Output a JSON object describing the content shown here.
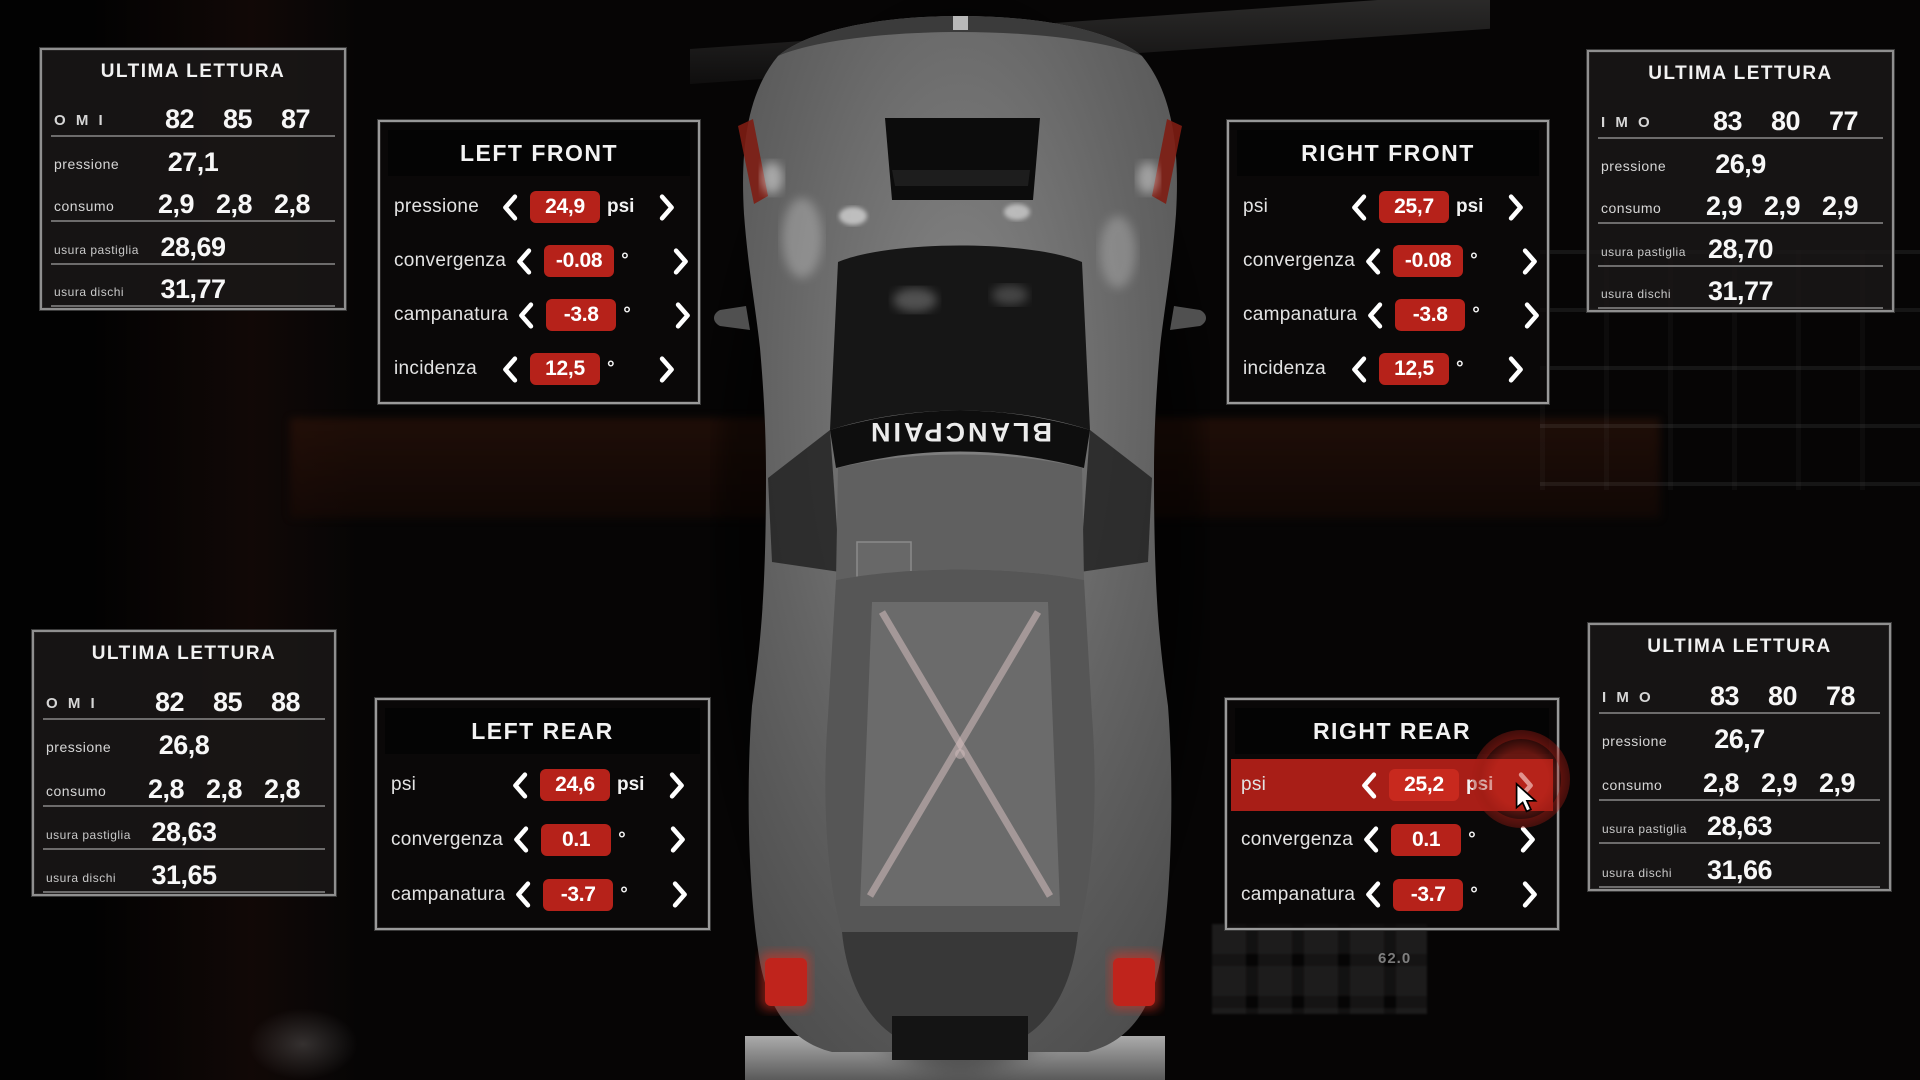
{
  "colors": {
    "accent_red": "#b6221a",
    "highlight_row_red": "#a81e17",
    "panel_border": "#9a9a9a"
  },
  "labels": {
    "tread_left": "O M I",
    "tread_right": "I M O",
    "pressione": "pressione",
    "consumo": "consumo",
    "usura_pastiglia": "usura pastiglia",
    "usura_dischi": "usura dischi"
  },
  "readings": {
    "title": "ULTIMA LETTURA",
    "front_left": {
      "tread": [
        "82",
        "85",
        "87"
      ],
      "pressione": "27,1",
      "consumo": [
        "2,9",
        "2,8",
        "2,8"
      ],
      "usura_pastiglia": "28,69",
      "usura_dischi": "31,77"
    },
    "front_right": {
      "tread": [
        "83",
        "80",
        "77"
      ],
      "pressione": "26,9",
      "consumo": [
        "2,9",
        "2,9",
        "2,9"
      ],
      "usura_pastiglia": "28,70",
      "usura_dischi": "31,77"
    },
    "rear_left": {
      "tread": [
        "82",
        "85",
        "88"
      ],
      "pressione": "26,8",
      "consumo": [
        "2,8",
        "2,8",
        "2,8"
      ],
      "usura_pastiglia": "28,63",
      "usura_dischi": "31,65"
    },
    "rear_right": {
      "tread": [
        "83",
        "80",
        "78"
      ],
      "pressione": "26,7",
      "consumo": [
        "2,8",
        "2,9",
        "2,9"
      ],
      "usura_pastiglia": "28,63",
      "usura_dischi": "31,66"
    }
  },
  "setup": {
    "left_front": {
      "title": "LEFT FRONT",
      "rows": [
        {
          "label": "pressione",
          "value": "24,9",
          "unit": "psi"
        },
        {
          "label": "convergenza",
          "value": "-0.08",
          "unit": "°"
        },
        {
          "label": "campanatura",
          "value": "-3.8",
          "unit": "°"
        },
        {
          "label": "incidenza",
          "value": "12,5",
          "unit": "°"
        }
      ]
    },
    "right_front": {
      "title": "RIGHT FRONT",
      "rows": [
        {
          "label": "psi",
          "value": "25,7",
          "unit": "psi"
        },
        {
          "label": "convergenza",
          "value": "-0.08",
          "unit": "°"
        },
        {
          "label": "campanatura",
          "value": "-3.8",
          "unit": "°"
        },
        {
          "label": "incidenza",
          "value": "12,5",
          "unit": "°"
        }
      ]
    },
    "left_rear": {
      "title": "LEFT REAR",
      "rows": [
        {
          "label": "psi",
          "value": "24,6",
          "unit": "psi"
        },
        {
          "label": "convergenza",
          "value": "0.1",
          "unit": "°"
        },
        {
          "label": "campanatura",
          "value": "-3.7",
          "unit": "°"
        }
      ]
    },
    "right_rear": {
      "title": "RIGHT REAR",
      "rows": [
        {
          "label": "psi",
          "value": "25,2",
          "unit": "psi"
        },
        {
          "label": "convergenza",
          "value": "0.1",
          "unit": "°"
        },
        {
          "label": "campanatura",
          "value": "-3.7",
          "unit": "°"
        }
      ]
    }
  },
  "car": {
    "windscreen_banner": "BLANCPAIN"
  },
  "background": {
    "pit_display_value": "62.0"
  }
}
